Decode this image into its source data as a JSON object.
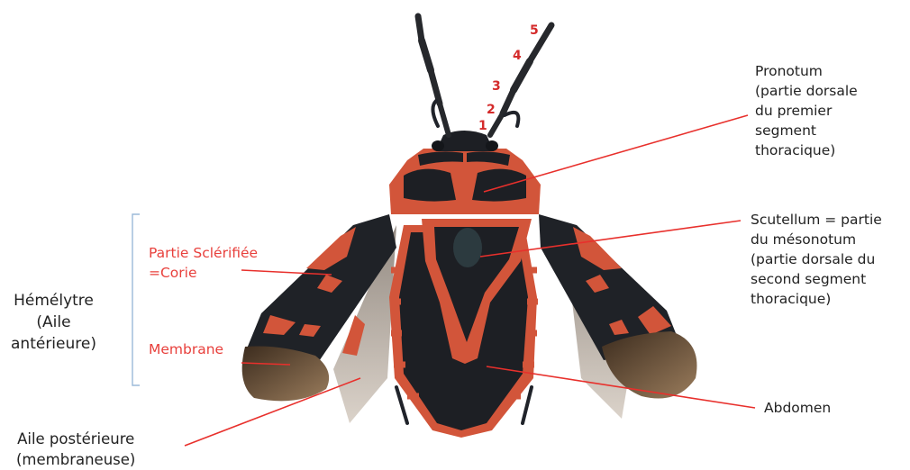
{
  "colors": {
    "leader_line": "#e8302c",
    "label_red": "#e8403c",
    "label_dark": "#222222",
    "bracket": "#9bbad8",
    "body_black": "#1d1f24",
    "body_orange": "#d2553a",
    "membrane_brown": "#5a4632"
  },
  "antenna_segments": [
    "1",
    "2",
    "3",
    "4",
    "5"
  ],
  "labels": {
    "pronotum": [
      "Pronotum",
      "(partie dorsale",
      "du premier",
      "segment",
      "thoracique)"
    ],
    "scutellum": [
      "Scutellum = partie",
      "du mésonotum",
      "(partie dorsale du",
      "second segment",
      "thoracique)"
    ],
    "abdomen": "Abdomen",
    "corie": [
      "Partie Sclérifiée",
      "=Corie"
    ],
    "membrane": "Membrane",
    "hemelytre": [
      "Hémélytre",
      "(Aile",
      "antérieure)"
    ],
    "aile_posterieure": [
      "Aile postérieure",
      "(membraneuse)"
    ]
  }
}
